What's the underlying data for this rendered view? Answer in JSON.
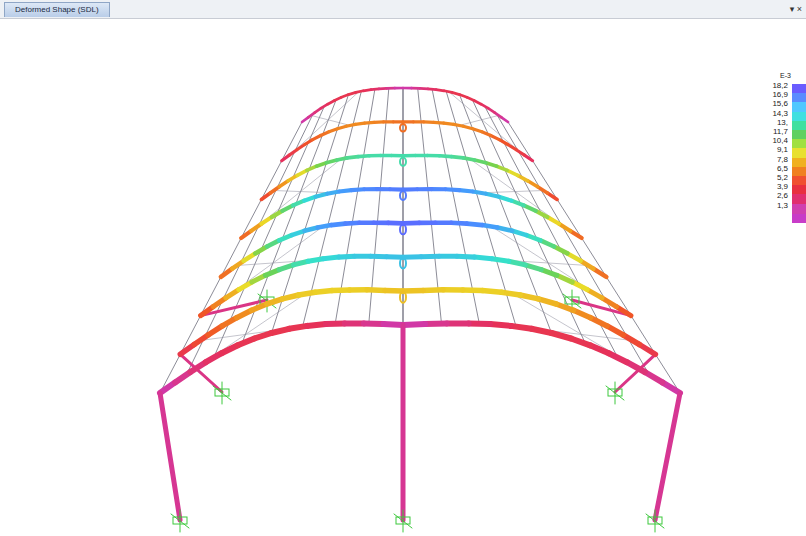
{
  "diagram": {
    "labels": [
      "Deformed Shape (SDL)",
      "▾ ×",
      "E-3"
    ],
    "legend": [
      {
        "text": "18,2",
        "color": "#6a5cff"
      },
      {
        "text": "16,9",
        "color": "#5a8cff"
      },
      {
        "text": "15,6",
        "color": "#50c8ff"
      },
      {
        "text": "14,3",
        "color": "#40e0e0"
      },
      {
        "text": "13,",
        "color": "#40e0a0"
      },
      {
        "text": "11,7",
        "color": "#60d060"
      },
      {
        "text": "10,4",
        "color": "#a0e040"
      },
      {
        "text": "9,1",
        "color": "#e8e030"
      },
      {
        "text": "7,8",
        "color": "#f0b020"
      },
      {
        "text": "6,5",
        "color": "#f08020"
      },
      {
        "text": "5,2",
        "color": "#f05030"
      },
      {
        "text": "3,9",
        "color": "#e83040"
      },
      {
        "text": "2,6",
        "color": "#e03070"
      },
      {
        "text": "1,3",
        "color": "#d040b0"
      }
    ]
  }
}
